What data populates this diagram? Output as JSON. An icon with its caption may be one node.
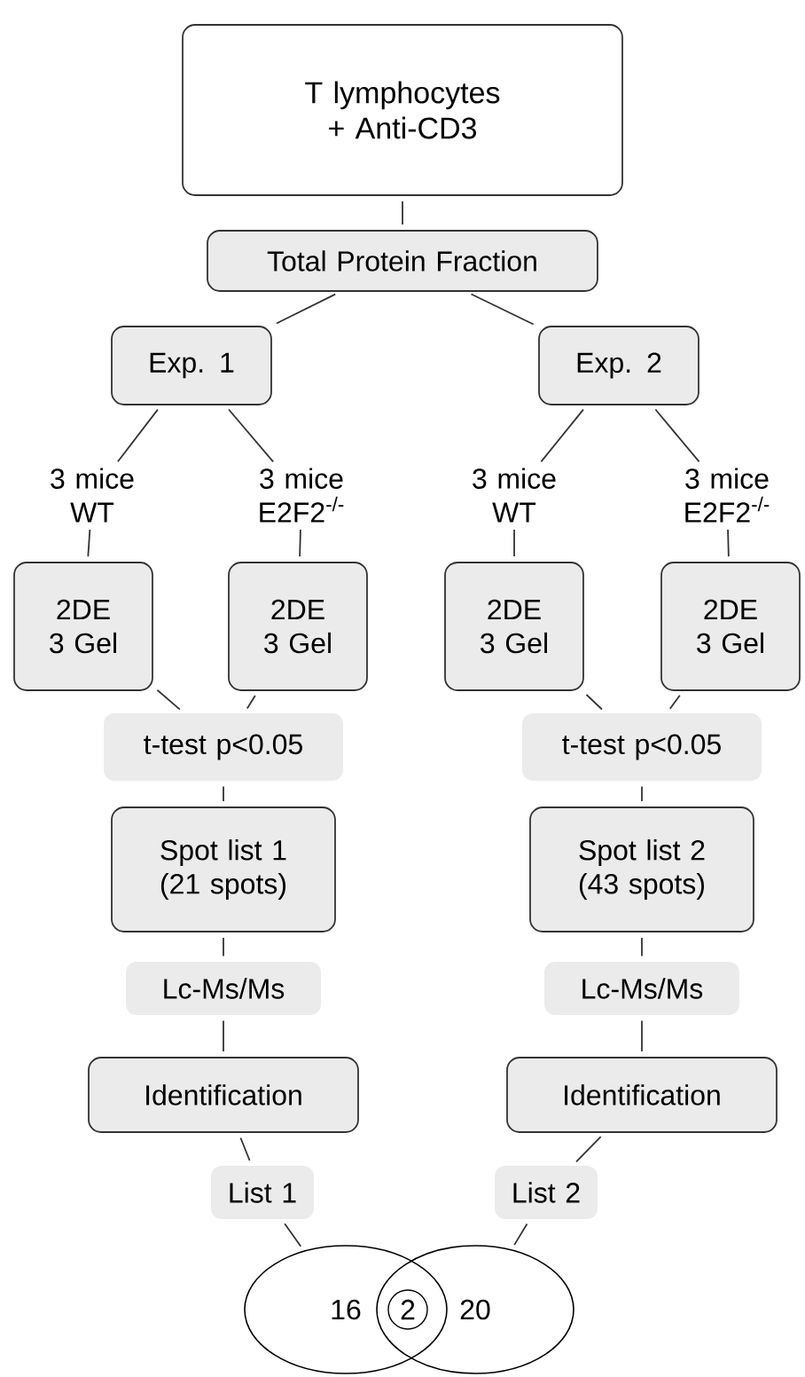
{
  "diagram": {
    "nodes": [
      {
        "text": [
          "T lymphocytes + Anti-CD3"
        ]
      },
      {
        "text": [
          "Total Protein Fraction"
        ]
      },
      {
        "text": [
          "Exp. 1"
        ]
      },
      {
        "text": [
          "Exp. 2"
        ]
      },
      {
        "text": [
          "3 mice WT"
        ]
      },
      {
        "text": [
          "3 mice E2F2$^{-/-}$"
        ]
      },
      {
        "text": [
          "3 mice WT"
        ]
      },
      {
        "text": [
          "3 mice E2F2$^{-/-}$"
        ]
      },
      {
        "text": [
          "2DE 3 Gel"
        ]
      },
      {
        "text": [
          "2DE 3 Gel"
        ]
      },
      {
        "text": [
          "2DE 3 Gel"
        ]
      },
      {
        "text": [
          "2DE 3 Gel"
        ]
      },
      {
        "text": [
          "t-test p<0.05"
        ]
      },
      {
        "text": [
          "t-test p<0.05"
        ]
      },
      {
        "text": [
          "Spot list 1 (21 spots)"
        ]
      },
      {
        "text": [
          "Spot list 2 (43 spots)"
        ]
      },
      {
        "text": [
          "Lc-Ms/Ms"
        ]
      },
      {
        "text": [
          "Lc-Ms/Ms"
        ]
      },
      {
        "text": [
          "Identification"
        ]
      },
      {
        "text": [
          "Identification"
        ]
      },
      {
        "text": [
          "List 1"
        ]
      },
      {
        "text": [
          "List 2"
        ]
      },
      {
        "text": [
          "16"
        ]
      },
      {
        "text": [
          "20"
        ]
      },
      {
        "text": [
          "2"
        ]
      }
    ],
    "edges": [
      {
        "from": 0,
        "to": 1,
        "arrow": "none"
      },
      {
        "from": 1,
        "to": 2,
        "arrow": "none"
      },
      {
        "from": 1,
        "to": 3,
        "arrow": "none"
      },
      {
        "from": 2,
        "to": 4,
        "arrow": "none"
      },
      {
        "from": 2,
        "to": 5,
        "arrow": "none"
      },
      {
        "from": 3,
        "to": 6,
        "arrow": "none"
      },
      {
        "from": 3,
        "to": 7,
        "arrow": "none"
      },
      {
        "from": 4,
        "to": 8,
        "arrow": "none"
      },
      {
        "from": 5,
        "to": 9,
        "arrow": "none"
      },
      {
        "from": 6,
        "to": 10,
        "arrow": "none"
      },
      {
        "from": 7,
        "to": 11,
        "arrow": "none"
      },
      {
        "from": 8,
        "to": 12,
        "arrow": "none"
      },
      {
        "from": 9,
        "to": 12,
        "arrow": "none"
      },
      {
        "from": 10,
        "to": 13,
        "arrow": "none"
      },
      {
        "from": 11,
        "to": 13,
        "arrow": "none"
      },
      {
        "from": 12,
        "to": 14,
        "arrow": "none"
      },
      {
        "from": 13,
        "to": 15,
        "arrow": "none"
      },
      {
        "from": 14,
        "to": 16,
        "arrow": "none"
      },
      {
        "from": 15,
        "to": 17,
        "arrow": "none"
      },
      {
        "from": 16,
        "to": 18,
        "arrow": "none"
      },
      {
        "from": 17,
        "to": 19,
        "arrow": "none"
      },
      {
        "from": 18,
        "to": 20,
        "arrow": "none"
      },
      {
        "from": 19,
        "to": 21,
        "arrow": "none"
      },
      {
        "from": 20,
        "to": 22,
        "arrow": "none"
      },
      {
        "from": 21,
        "to": 23,
        "arrow": "none"
      }
    ]
  }
}
